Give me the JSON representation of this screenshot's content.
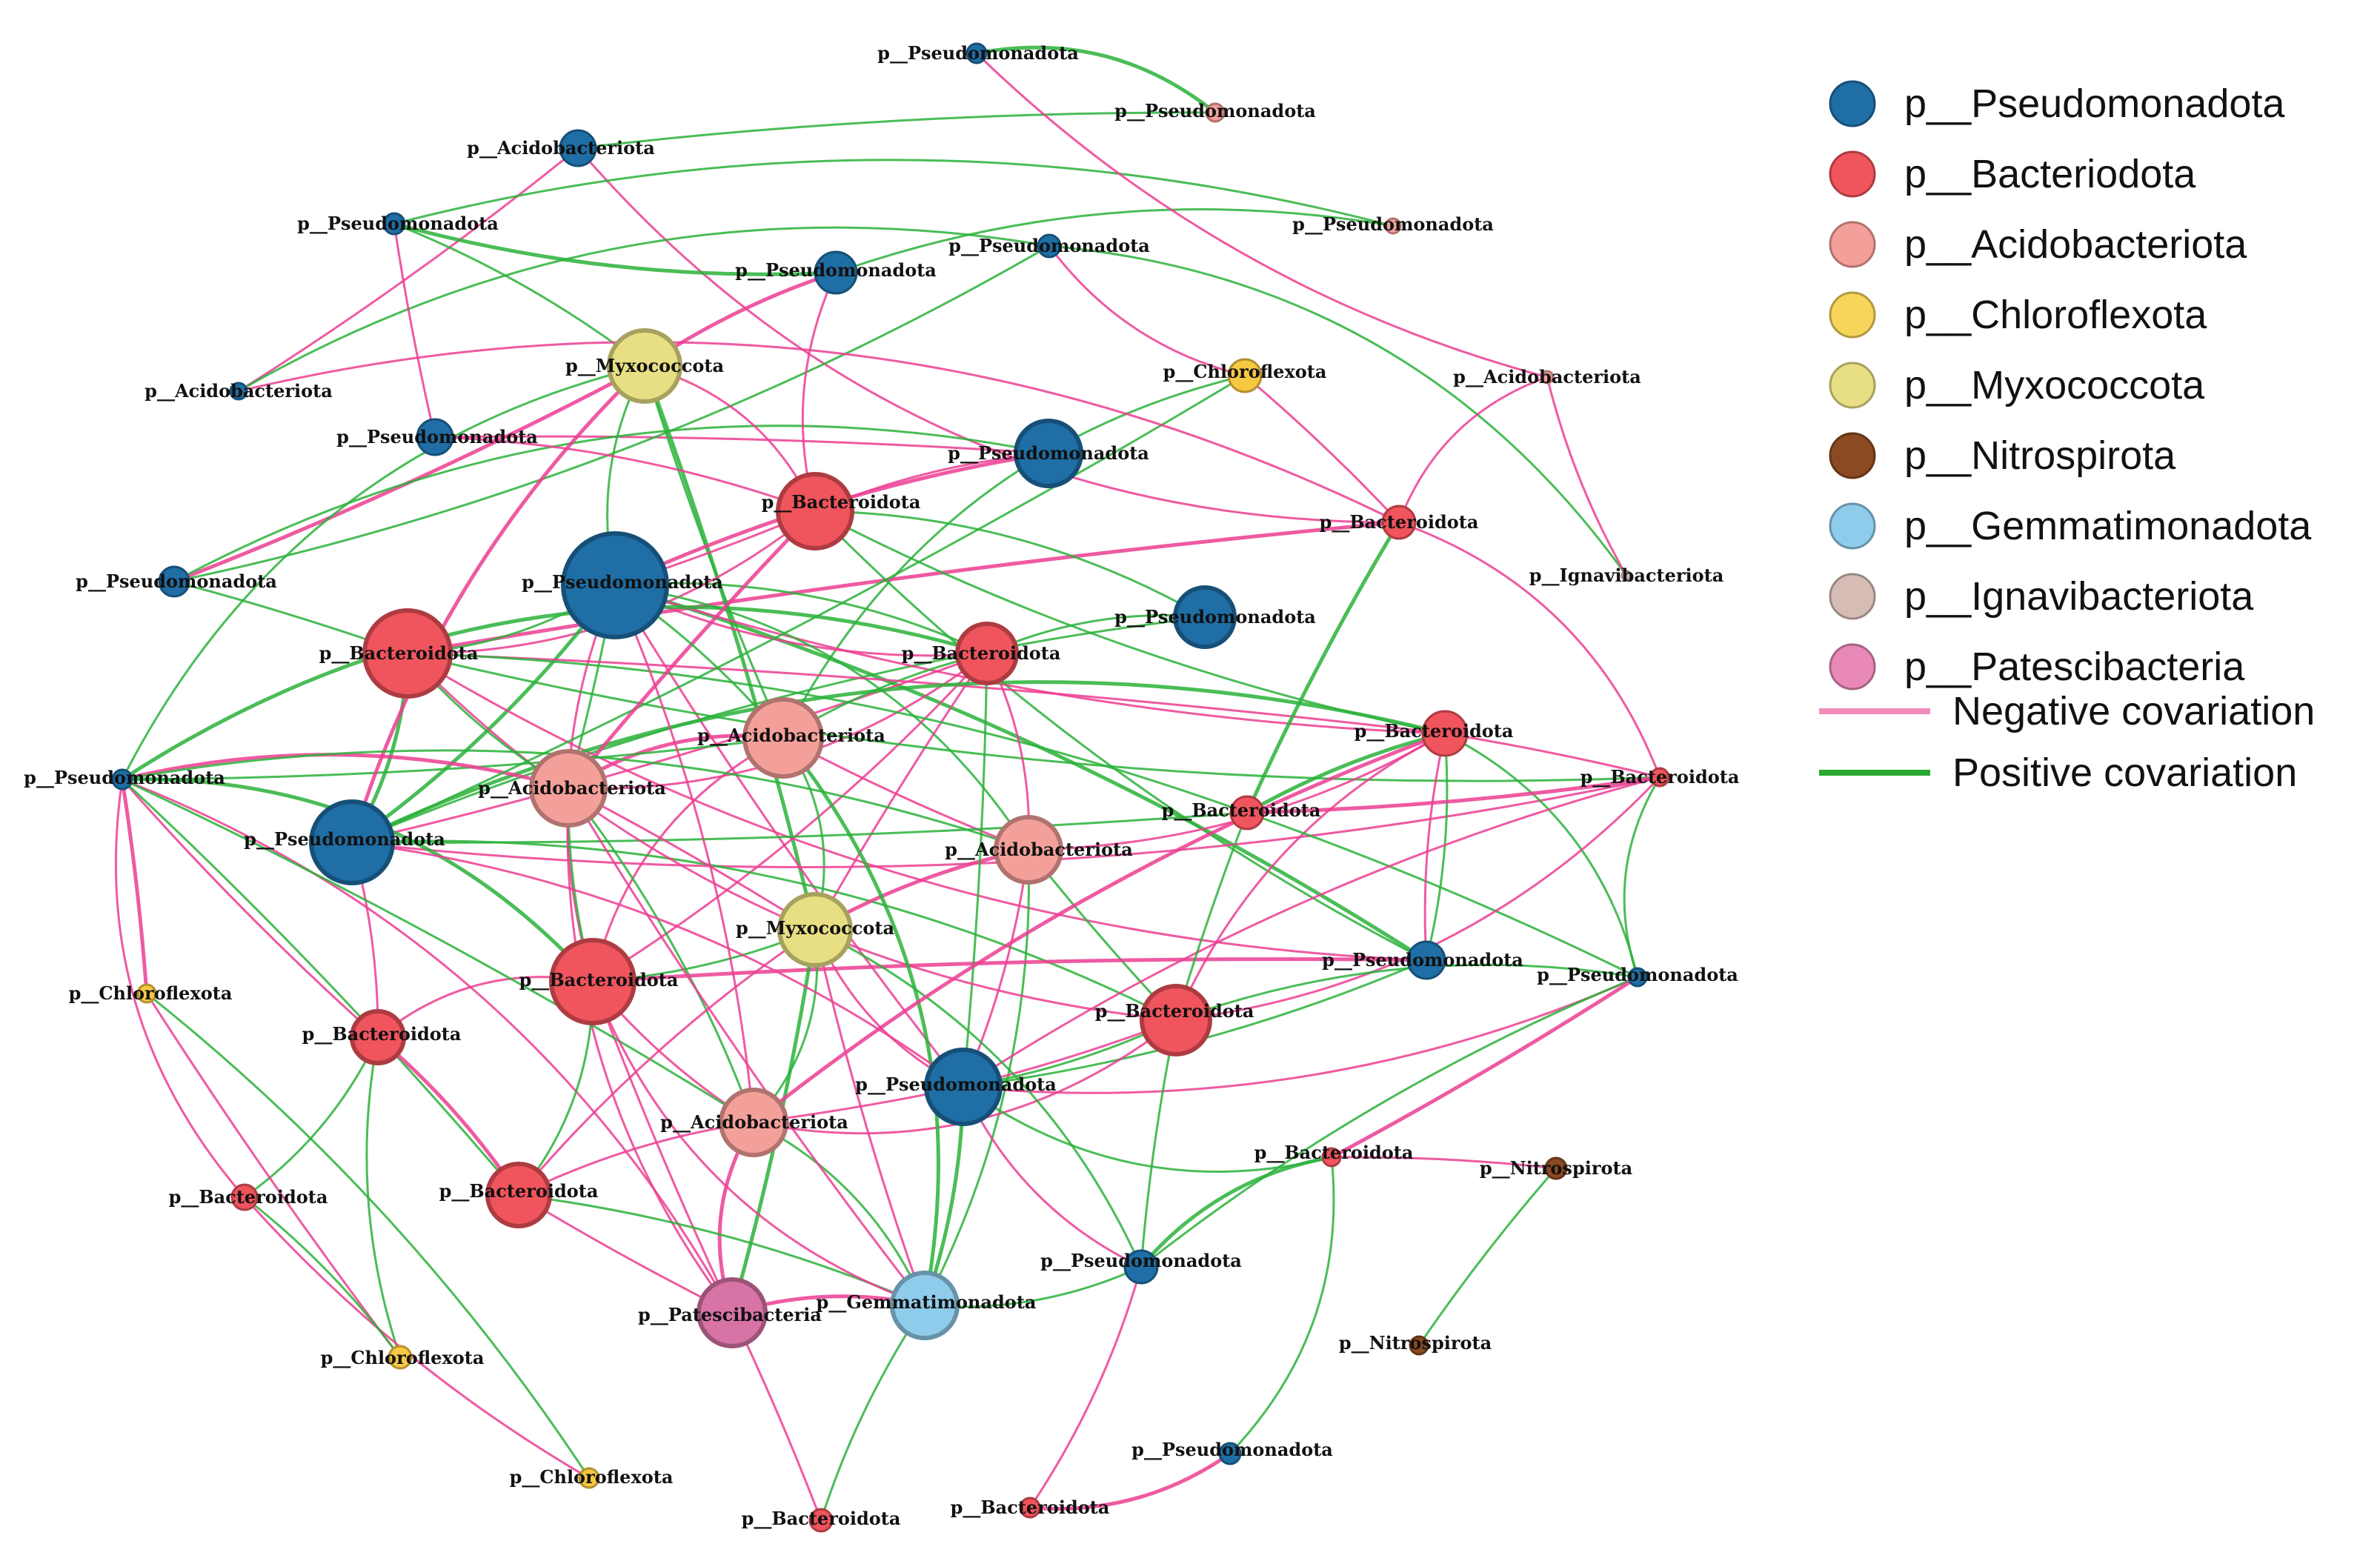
{
  "legend": {
    "phyla": [
      {
        "name": "p__Pseudomonadota",
        "color": "#1f6ea5"
      },
      {
        "name": "p__Bacteriodota",
        "color": "#f0545c"
      },
      {
        "name": "p__Acidobacteriota",
        "color": "#f4a09a"
      },
      {
        "name": "p__Chloroflexota",
        "color": "#f7d55a"
      },
      {
        "name": "p__Myxococcota",
        "color": "#e8df84"
      },
      {
        "name": "p__Nitrospirota",
        "color": "#8b4a22"
      },
      {
        "name": "p__Gemmatimonadota",
        "color": "#8fcbea"
      },
      {
        "name": "p__Ignavibacteriota",
        "color": "#d5bdb6"
      },
      {
        "name": "p__Patescibacteria",
        "color": "#e889b8"
      }
    ],
    "edges": [
      {
        "name": "Negative covariation",
        "color": "#f08dbc"
      },
      {
        "name": "Positive covariation",
        "color": "#28a82e"
      }
    ]
  },
  "colors": {
    "negative": "#ec3d92",
    "positive": "#2ab23a",
    "Pseudomonadota": "#1f6ea5",
    "Bacteroidota": "#f0545c",
    "Acidobacteriota": "#f4a09a",
    "Chloroflexota": "#f7c842",
    "Myxococcota": "#e8df84",
    "Nitrospirota": "#8b4a22",
    "Gemmatimonadota": "#8fcbea",
    "Ignavibacteriota": "#d5bdb6",
    "Patescibacteria": "#d873a6"
  },
  "nodes": [
    {
      "id": "n1",
      "label": "p__Pseudomonadota",
      "phylum": "Pseudomonadota"
    },
    {
      "id": "n2",
      "label": "p__Pseudomonadota",
      "phylum": "Pseudomonadota"
    },
    {
      "id": "n3",
      "label": "p__Acidobacteriota",
      "phylum": "Acidobacteriota"
    },
    {
      "id": "n4",
      "label": "p__Pseudomonadota",
      "phylum": "Pseudomonadota"
    },
    {
      "id": "n5",
      "label": "p__Pseudomonadota",
      "phylum": "Pseudomonadota"
    },
    {
      "id": "n6",
      "label": "p__Acidobacteriota",
      "phylum": "Acidobacteriota"
    },
    {
      "id": "n7",
      "label": "p__Pseudomonadota",
      "phylum": "Pseudomonadota"
    },
    {
      "id": "n8",
      "label": "p__Pseudomonadota",
      "phylum": "Pseudomonadota"
    },
    {
      "id": "n9",
      "label": "p__Pseudomonadota",
      "phylum": "Pseudomonadota"
    },
    {
      "id": "n10",
      "label": "p__Myxococcota",
      "phylum": "Myxococcota"
    },
    {
      "id": "n11",
      "label": "p__Chloroflexota",
      "phylum": "Chloroflexota"
    },
    {
      "id": "n12",
      "label": "p__Acidobacteriota",
      "phylum": "Acidobacteriota"
    },
    {
      "id": "n13",
      "label": "p__Pseudomonadota",
      "phylum": "Pseudomonadota"
    },
    {
      "id": "n14",
      "label": "p__Pseudomonadota",
      "phylum": "Pseudomonadota"
    },
    {
      "id": "n15",
      "label": "p__Bacteroidota",
      "phylum": "Bacteroidota"
    },
    {
      "id": "n16",
      "label": "p__Bacteroidota",
      "phylum": "Bacteroidota"
    },
    {
      "id": "n17",
      "label": "p__Ignavibacteriota",
      "phylum": "Ignavibacteriota"
    },
    {
      "id": "n18",
      "label": "p__Pseudomonadota",
      "phylum": "Pseudomonadota"
    },
    {
      "id": "n19",
      "label": "p__Pseudomonadota",
      "phylum": "Pseudomonadota"
    },
    {
      "id": "n20",
      "label": "p__Bacteroidota",
      "phylum": "Bacteroidota"
    },
    {
      "id": "n21",
      "label": "p__Pseudomonadota",
      "phylum": "Pseudomonadota"
    },
    {
      "id": "n22",
      "label": "p__Bacteroidota",
      "phylum": "Bacteroidota"
    },
    {
      "id": "n23",
      "label": "p__Acidobacteriota",
      "phylum": "Acidobacteriota"
    },
    {
      "id": "n24",
      "label": "p__Bacteroidota",
      "phylum": "Bacteroidota"
    },
    {
      "id": "n25",
      "label": "p__Pseudomonadota",
      "phylum": "Pseudomonadota"
    },
    {
      "id": "n26",
      "label": "p__Acidobacteriota",
      "phylum": "Acidobacteriota"
    },
    {
      "id": "n27",
      "label": "p__Bacteroidota",
      "phylum": "Bacteroidota"
    },
    {
      "id": "n28",
      "label": "p__Acidobacteriota",
      "phylum": "Acidobacteriota"
    },
    {
      "id": "n29",
      "label": "p__Bacteroidota",
      "phylum": "Bacteroidota"
    },
    {
      "id": "n30",
      "label": "p__Pseudomonadota",
      "phylum": "Pseudomonadota"
    },
    {
      "id": "n31",
      "label": "p__Pseudomonadota",
      "phylum": "Pseudomonadota"
    },
    {
      "id": "n32",
      "label": "p__Myxococcota",
      "phylum": "Myxococcota"
    },
    {
      "id": "n33",
      "label": "p__Chloroflexota",
      "phylum": "Chloroflexota"
    },
    {
      "id": "n34",
      "label": "p__Bacteroidota",
      "phylum": "Bacteroidota"
    },
    {
      "id": "n35",
      "label": "p__Bacteroidota",
      "phylum": "Bacteroidota"
    },
    {
      "id": "n36",
      "label": "p__Bacteroidota",
      "phylum": "Bacteroidota"
    },
    {
      "id": "n37",
      "label": "p__Pseudomonadota",
      "phylum": "Pseudomonadota"
    },
    {
      "id": "n38",
      "label": "p__Acidobacteriota",
      "phylum": "Acidobacteriota"
    },
    {
      "id": "n39",
      "label": "p__Bacteroidota",
      "phylum": "Bacteroidota"
    },
    {
      "id": "n40",
      "label": "p__Nitrospirota",
      "phylum": "Nitrospirota"
    },
    {
      "id": "n41",
      "label": "p__Bacteroidota",
      "phylum": "Bacteroidota"
    },
    {
      "id": "n42",
      "label": "p__Bacteroidota",
      "phylum": "Bacteroidota"
    },
    {
      "id": "n43",
      "label": "p__Pseudomonadota",
      "phylum": "Pseudomonadota"
    },
    {
      "id": "n44",
      "label": "p__Patescibacteria",
      "phylum": "Patescibacteria"
    },
    {
      "id": "n45",
      "label": "p__Gemmatimonadota",
      "phylum": "Gemmatimonadota"
    },
    {
      "id": "n46",
      "label": "p__Nitrospirota",
      "phylum": "Nitrospirota"
    },
    {
      "id": "n47",
      "label": "p__Chloroflexota",
      "phylum": "Chloroflexota"
    },
    {
      "id": "n48",
      "label": "p__Pseudomonadota",
      "phylum": "Pseudomonadota"
    },
    {
      "id": "n49",
      "label": "p__Chloroflexota",
      "phylum": "Chloroflexota"
    },
    {
      "id": "n50",
      "label": "p__Bacteroidota",
      "phylum": "Bacteroidota"
    },
    {
      "id": "n51",
      "label": "p__Bacteroidota",
      "phylum": "Bacteroidota"
    }
  ],
  "edges": [
    [
      "n1",
      "n2",
      "pos"
    ],
    [
      "n2",
      "n3",
      "pos"
    ],
    [
      "n3",
      "n6",
      "neg"
    ],
    [
      "n3",
      "n16",
      "neg"
    ],
    [
      "n6",
      "n8",
      "pos"
    ],
    [
      "n4",
      "n7",
      "pos"
    ],
    [
      "n4",
      "n9",
      "neg"
    ],
    [
      "n4",
      "n10",
      "pos"
    ],
    [
      "n4",
      "n5",
      "pos"
    ],
    [
      "n5",
      "n7",
      "pos"
    ],
    [
      "n7",
      "n10",
      "neg"
    ],
    [
      "n9",
      "n14",
      "neg"
    ],
    [
      "n8",
      "n13",
      "pos"
    ],
    [
      "n8",
      "n11",
      "neg"
    ],
    [
      "n8",
      "n17",
      "pos"
    ],
    [
      "n13",
      "n10",
      "neg"
    ],
    [
      "n11",
      "n16",
      "neg"
    ],
    [
      "n11",
      "n23",
      "pos"
    ],
    [
      "n13",
      "n14",
      "pos"
    ],
    [
      "n14",
      "n15",
      "neg"
    ],
    [
      "n16",
      "n20",
      "neg"
    ],
    [
      "n17",
      "n12",
      "neg"
    ],
    [
      "n18",
      "n22",
      "pos"
    ],
    [
      "n19",
      "n15",
      "pos"
    ],
    [
      "n19",
      "n25",
      "pos"
    ],
    [
      "n21",
      "n33",
      "neg"
    ],
    [
      "n33",
      "n49",
      "pos"
    ],
    [
      "n10",
      "n18",
      "pos"
    ],
    [
      "n10",
      "n15",
      "neg"
    ],
    [
      "n10",
      "n23",
      "pos"
    ],
    [
      "n10",
      "n32",
      "pos"
    ],
    [
      "n10",
      "n21",
      "pos"
    ],
    [
      "n15",
      "n20",
      "neg"
    ],
    [
      "n15",
      "n30",
      "pos"
    ],
    [
      "n18",
      "n15",
      "neg"
    ],
    [
      "n18",
      "n30",
      "pos"
    ],
    [
      "n18",
      "n20",
      "pos"
    ],
    [
      "n18",
      "n22",
      "neg"
    ],
    [
      "n18",
      "n24",
      "neg"
    ],
    [
      "n18",
      "n26",
      "pos"
    ],
    [
      "n18",
      "n25",
      "pos"
    ],
    [
      "n18",
      "n35",
      "neg"
    ],
    [
      "n18",
      "n28",
      "pos"
    ],
    [
      "n18",
      "n37",
      "neg"
    ],
    [
      "n22",
      "n25",
      "neg"
    ],
    [
      "n22",
      "n21",
      "pos"
    ],
    [
      "n22",
      "n26",
      "neg"
    ],
    [
      "n22",
      "n23",
      "pos"
    ],
    [
      "n22",
      "n32",
      "neg"
    ],
    [
      "n22",
      "n35",
      "neg"
    ],
    [
      "n20",
      "n25",
      "pos"
    ],
    [
      "n20",
      "n30",
      "neg"
    ],
    [
      "n20",
      "n29",
      "pos"
    ],
    [
      "n20",
      "n24",
      "neg"
    ],
    [
      "n20",
      "n27",
      "pos"
    ],
    [
      "n23",
      "n26",
      "neg"
    ],
    [
      "n23",
      "n32",
      "pos"
    ],
    [
      "n23",
      "n28",
      "neg"
    ],
    [
      "n23",
      "n21",
      "pos"
    ],
    [
      "n23",
      "n35",
      "neg"
    ],
    [
      "n25",
      "n24",
      "pos"
    ],
    [
      "n25",
      "n29",
      "neg"
    ],
    [
      "n25",
      "n27",
      "pos"
    ],
    [
      "n25",
      "n34",
      "neg"
    ],
    [
      "n25",
      "n36",
      "pos"
    ],
    [
      "n26",
      "n21",
      "neg"
    ],
    [
      "n26",
      "n35",
      "pos"
    ],
    [
      "n26",
      "n32",
      "neg"
    ],
    [
      "n26",
      "n38",
      "pos"
    ],
    [
      "n26",
      "n44",
      "neg"
    ],
    [
      "n21",
      "n35",
      "pos"
    ],
    [
      "n21",
      "n34",
      "neg"
    ],
    [
      "n21",
      "n42",
      "pos"
    ],
    [
      "n21",
      "n41",
      "neg"
    ],
    [
      "n21",
      "n44",
      "neg"
    ],
    [
      "n28",
      "n32",
      "neg"
    ],
    [
      "n28",
      "n36",
      "pos"
    ],
    [
      "n28",
      "n37",
      "neg"
    ],
    [
      "n28",
      "n45",
      "pos"
    ],
    [
      "n28",
      "n24",
      "neg"
    ],
    [
      "n24",
      "n27",
      "pos"
    ],
    [
      "n24",
      "n29",
      "neg"
    ],
    [
      "n24",
      "n30",
      "pos"
    ],
    [
      "n24",
      "n36",
      "neg"
    ],
    [
      "n24",
      "n31",
      "pos"
    ],
    [
      "n27",
      "n29",
      "neg"
    ],
    [
      "n27",
      "n31",
      "pos"
    ],
    [
      "n29",
      "n31",
      "pos"
    ],
    [
      "n29",
      "n36",
      "neg"
    ],
    [
      "n29",
      "n37",
      "neg"
    ],
    [
      "n30",
      "n35",
      "neg"
    ],
    [
      "n30",
      "n37",
      "pos"
    ],
    [
      "n31",
      "n37",
      "neg"
    ],
    [
      "n31",
      "n36",
      "pos"
    ],
    [
      "n31",
      "n43",
      "pos"
    ],
    [
      "n31",
      "n39",
      "neg"
    ],
    [
      "n32",
      "n35",
      "pos"
    ],
    [
      "n32",
      "n37",
      "neg"
    ],
    [
      "n32",
      "n38",
      "pos"
    ],
    [
      "n32",
      "n45",
      "neg"
    ],
    [
      "n32",
      "n44",
      "pos"
    ],
    [
      "n35",
      "n34",
      "neg"
    ],
    [
      "n35",
      "n42",
      "pos"
    ],
    [
      "n35",
      "n38",
      "neg"
    ],
    [
      "n35",
      "n44",
      "neg"
    ],
    [
      "n34",
      "n42",
      "neg"
    ],
    [
      "n34",
      "n41",
      "pos"
    ],
    [
      "n34",
      "n47",
      "pos"
    ],
    [
      "n37",
      "n36",
      "pos"
    ],
    [
      "n37",
      "n38",
      "neg"
    ],
    [
      "n37",
      "n45",
      "pos"
    ],
    [
      "n37",
      "n43",
      "neg"
    ],
    [
      "n36",
      "n38",
      "neg"
    ],
    [
      "n36",
      "n43",
      "pos"
    ],
    [
      "n36",
      "n37",
      "neg"
    ],
    [
      "n38",
      "n44",
      "neg"
    ],
    [
      "n38",
      "n45",
      "pos"
    ],
    [
      "n38",
      "n42",
      "neg"
    ],
    [
      "n42",
      "n44",
      "neg"
    ],
    [
      "n42",
      "n45",
      "pos"
    ],
    [
      "n44",
      "n45",
      "neg"
    ],
    [
      "n45",
      "n43",
      "pos"
    ],
    [
      "n45",
      "n50",
      "pos"
    ],
    [
      "n44",
      "n50",
      "neg"
    ],
    [
      "n43",
      "n51",
      "neg"
    ],
    [
      "n39",
      "n43",
      "pos"
    ],
    [
      "n39",
      "n48",
      "pos"
    ],
    [
      "n40",
      "n46",
      "pos"
    ],
    [
      "n39",
      "n40",
      "neg"
    ],
    [
      "n37",
      "n39",
      "pos"
    ],
    [
      "n48",
      "n51",
      "neg"
    ],
    [
      "n41",
      "n49",
      "neg"
    ],
    [
      "n33",
      "n47",
      "neg"
    ],
    [
      "n41",
      "n47",
      "pos"
    ],
    [
      "n12",
      "n1",
      "neg"
    ],
    [
      "n10",
      "n25",
      "neg"
    ],
    [
      "n15",
      "n24",
      "pos"
    ],
    [
      "n22",
      "n37",
      "pos"
    ],
    [
      "n18",
      "n38",
      "neg"
    ],
    [
      "n20",
      "n36",
      "neg"
    ],
    [
      "n23",
      "n45",
      "pos"
    ],
    [
      "n26",
      "n45",
      "neg"
    ],
    [
      "n21",
      "n38",
      "pos"
    ],
    [
      "n35",
      "n45",
      "neg"
    ],
    [
      "n32",
      "n43",
      "pos"
    ],
    [
      "n24",
      "n38",
      "neg"
    ],
    [
      "n27",
      "n36",
      "pos"
    ],
    [
      "n30",
      "n24",
      "neg"
    ],
    [
      "n25",
      "n37",
      "neg"
    ],
    [
      "n19",
      "n22",
      "pos"
    ],
    [
      "n14",
      "n18",
      "neg"
    ],
    [
      "n13",
      "n20",
      "pos"
    ],
    [
      "n9",
      "n15",
      "neg"
    ],
    [
      "n7",
      "n15",
      "neg"
    ],
    [
      "n16",
      "n29",
      "neg"
    ],
    [
      "n16",
      "n27",
      "pos"
    ],
    [
      "n11",
      "n25",
      "pos"
    ],
    [
      "n12",
      "n16",
      "neg"
    ],
    [
      "n6",
      "n16",
      "neg"
    ],
    [
      "n20",
      "n26",
      "pos"
    ],
    [
      "n15",
      "n26",
      "neg"
    ],
    [
      "n18",
      "n23",
      "pos"
    ],
    [
      "n22",
      "n28",
      "neg"
    ],
    [
      "n28",
      "n21",
      "pos"
    ],
    [
      "n32",
      "n42",
      "neg"
    ]
  ]
}
